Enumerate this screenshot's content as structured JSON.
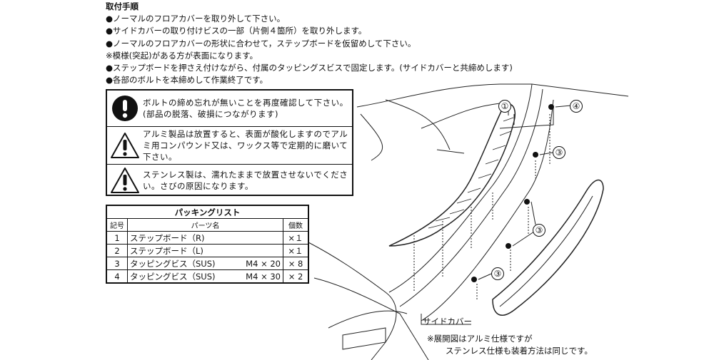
{
  "instructions": {
    "title": "取付手順",
    "steps": [
      "●ノーマルのフロアカバーを取り外して下さい。",
      "●サイドカバーの取り付けビスの一部（片側４箇所）を取り外します。",
      "●ノーマルのフロアカバーの形状に合わせて，ステップボードを仮留めして下さい。",
      "※模様(突起)がある方が表面になります。",
      "●ステップボードを押さえ付けながら、付属のタッピングスビスで固定します。(サイドカバーと共締めします)",
      "●各部のボルトを本締めして作業終了です。"
    ]
  },
  "warnings": [
    {
      "icon": "prohibition-exclamation-icon",
      "text": "ボルトの締め忘れが無いことを再度確認して下さい。(部品の脱落、破損につながります)"
    },
    {
      "icon": "warning-triangle-icon",
      "text": "アルミ製品は放置すると、表面が酸化しますのでアルミ用コンパウンド又は、ワックス等で定期的に磨いて下さい。"
    },
    {
      "icon": "warning-triangle-icon",
      "text": "ステンレス製は、濡れたままで放置させないでください。さびの原因になります。"
    }
  ],
  "packing_list": {
    "title": "パッキングリスト",
    "headers": [
      "記号",
      "パーツ名",
      "個数"
    ],
    "rows": [
      {
        "no": "1",
        "name": "ステップボード（R)",
        "size": "",
        "qty": "×１"
      },
      {
        "no": "2",
        "name": "ステップボード（L)",
        "size": "",
        "qty": "×１"
      },
      {
        "no": "3",
        "name": "タッピングビス（SUS)",
        "size": "M4 × 20",
        "qty": "× 8"
      },
      {
        "no": "4",
        "name": "タッピングビス（SUS)",
        "size": "M4 × 30",
        "qty": "× 2"
      }
    ]
  },
  "diagram": {
    "callouts": [
      "①",
      "④",
      "③",
      "③",
      "③"
    ],
    "side_cover_label": "サイドカバー",
    "note_line1": "※展開図はアルミ仕様ですが",
    "note_line2": "ステンレス仕様も装着方法は同じです。"
  }
}
